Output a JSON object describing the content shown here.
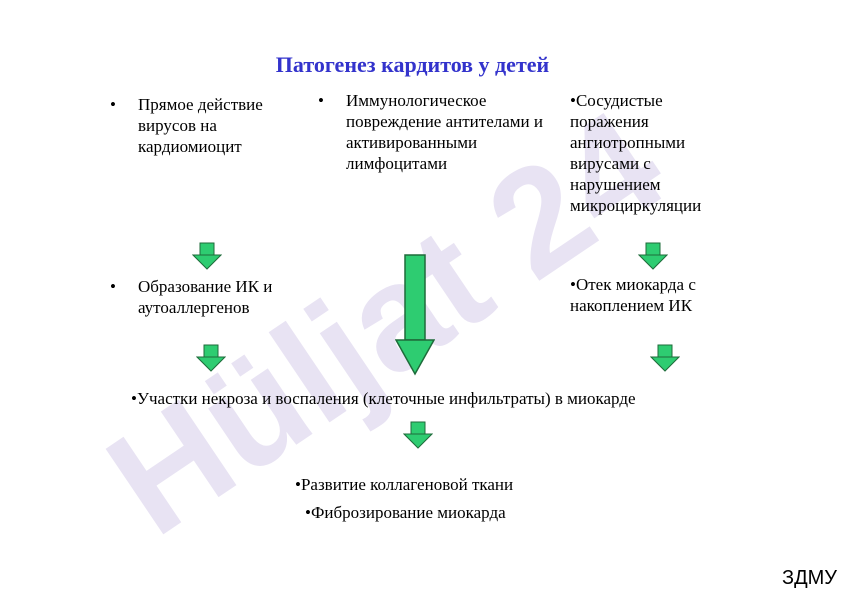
{
  "watermark": {
    "text": "Hüljat 24"
  },
  "title": "Патогенез кардитов у детей",
  "bullets": {
    "direct_virus": "Прямое действие вирусов на кардиомиоцит",
    "immune_damage": "Иммунологическое повреждение антителами и активированными лимфоцитами",
    "vascular_damage": "•Сосудистые поражения ангиотропными вирусами с нарушением микроциркуляции",
    "immune_complexes": "Образование ИК и аутоаллергенов",
    "edema": "•Отек миокарда с накоплением ИК",
    "necrosis": "•Участки некроза и воспаления (клеточные инфильтраты) в миокарде",
    "collagen": "•Развитие коллагеновой ткани",
    "fibrosis": "•Фиброзирование миокарда"
  },
  "bullet_marker": "•",
  "footer": "ЗДМУ",
  "colors": {
    "title": "#3333cc",
    "arrow_fill": "#2ecc71",
    "arrow_stroke": "#1e6b3a",
    "watermark": "#e6e0f5"
  }
}
